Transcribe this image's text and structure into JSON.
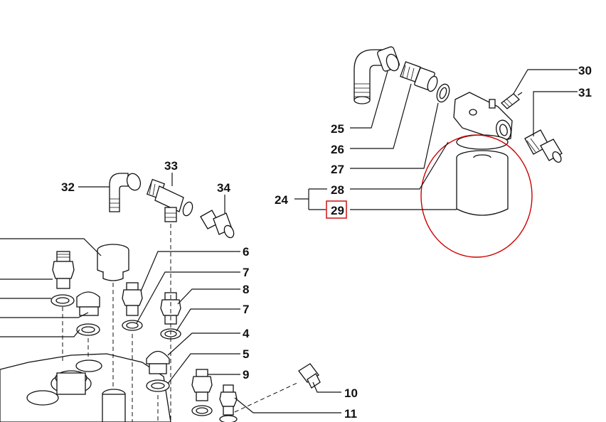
{
  "labels": {
    "l25": "25",
    "l26": "26",
    "l27": "27",
    "l28": "28",
    "l29": "29",
    "l24": "24",
    "l30": "30",
    "l31": "31",
    "l32": "32",
    "l33": "33",
    "l34": "34",
    "l6": "6",
    "l7a": "7",
    "l8": "8",
    "l7b": "7",
    "l4": "4",
    "l5": "5",
    "l9": "9",
    "l10": "10",
    "l11": "11"
  },
  "highlight": {
    "label_box_color": "#cc0000",
    "ellipse_color": "#cc0000"
  }
}
